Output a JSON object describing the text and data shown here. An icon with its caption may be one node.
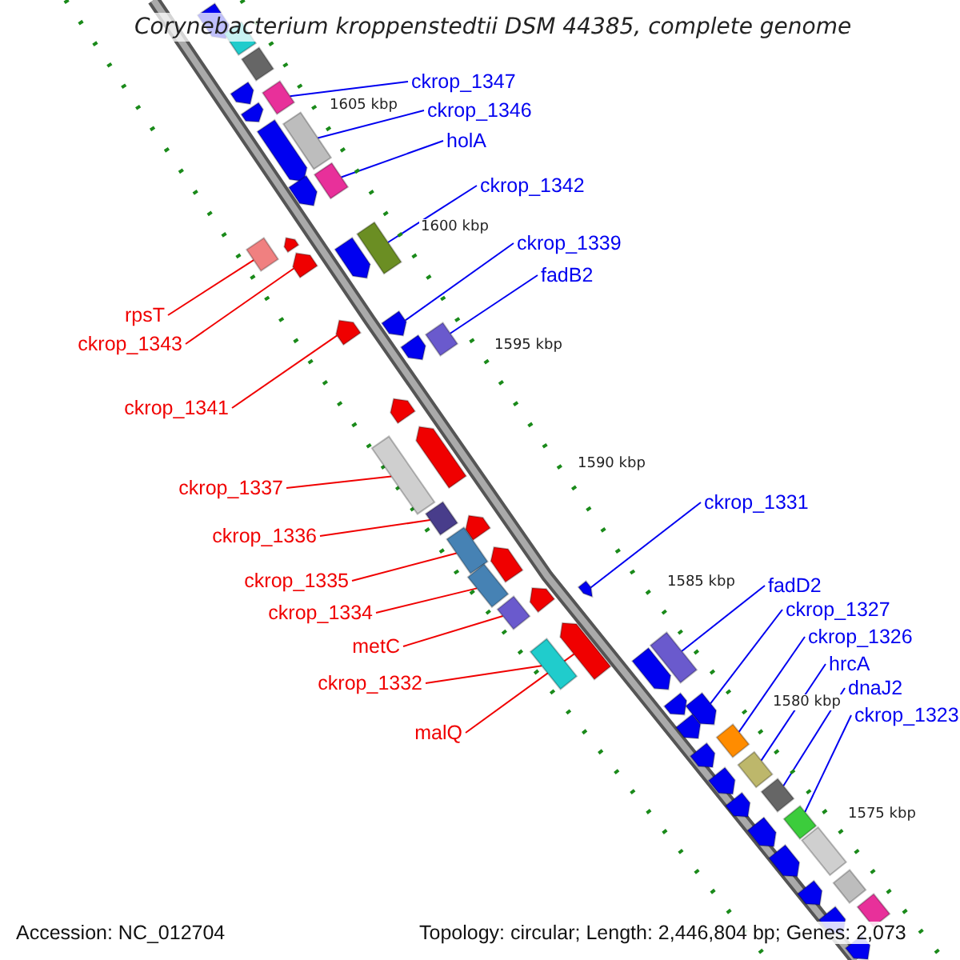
{
  "diagram": {
    "title": "Corynebacterium kroppenstedtii DSM 44385, complete genome",
    "nodes": [
      {
        "text": [
          "ckrop_1347"
        ]
      },
      {
        "text": [
          "ckrop_1346"
        ]
      },
      {
        "text": [
          "holA"
        ]
      },
      {
        "text": [
          "ckrop_1342"
        ]
      },
      {
        "text": [
          "ckrop_1339"
        ]
      },
      {
        "text": [
          "fadB2"
        ]
      },
      {
        "text": [
          "ckrop_1331"
        ]
      },
      {
        "text": [
          "fadD2"
        ]
      },
      {
        "text": [
          "ckrop_1327"
        ]
      },
      {
        "text": [
          "ckrop_1326"
        ]
      },
      {
        "text": [
          "hrcA"
        ]
      },
      {
        "text": [
          "dnaJ2"
        ]
      },
      {
        "text": [
          "ckrop_1323"
        ]
      },
      {
        "text": [
          "rpsT"
        ]
      },
      {
        "text": [
          "ckrop_1343"
        ]
      },
      {
        "text": [
          "ckrop_1341"
        ]
      },
      {
        "text": [
          "ckrop_1337"
        ]
      },
      {
        "text": [
          "ckrop_1336"
        ]
      },
      {
        "text": [
          "ckrop_1335"
        ]
      },
      {
        "text": [
          "ckrop_1334"
        ]
      },
      {
        "text": [
          "metC"
        ]
      },
      {
        "text": [
          "ckrop_1332"
        ]
      },
      {
        "text": [
          "malQ"
        ]
      },
      {
        "text": [],
        "shape": "arrow"
      },
      {
        "text": [],
        "shape": "box"
      },
      {
        "text": [],
        "shape": "box"
      },
      {
        "text": [],
        "shape": "arrow"
      },
      {
        "text": [],
        "shape": "box"
      },
      {
        "text": [],
        "shape": "arrow"
      },
      {
        "text": [],
        "shape": "box"
      },
      {
        "text": [],
        "shape": "arrow"
      },
      {
        "text": [],
        "shape": "box"
      },
      {
        "text": [],
        "shape": "arrow"
      },
      {
        "text": [],
        "shape": "arrow"
      },
      {
        "text": [],
        "shape": "box"
      },
      {
        "text": [],
        "shape": "box"
      },
      {
        "text": [],
        "shape": "arrow"
      },
      {
        "text": [],
        "shape": "arrow"
      },
      {
        "text": [],
        "shape": "arrow"
      },
      {
        "text": [],
        "shape": "arrow"
      },
      {
        "text": [],
        "shape": "box"
      },
      {
        "text": [],
        "shape": "arrow"
      },
      {
        "text": [],
        "shape": "arrow"
      },
      {
        "text": [],
        "shape": "arrow"
      },
      {
        "text": [],
        "shape": "box"
      },
      {
        "text": [],
        "shape": "box"
      },
      {
        "text": [],
        "shape": "arrow"
      },
      {
        "text": [],
        "shape": "box"
      },
      {
        "text": [],
        "shape": "arrow"
      },
      {
        "text": [],
        "shape": "box"
      },
      {
        "text": [],
        "shape": "arrow"
      },
      {
        "text": [],
        "shape": "arrow"
      },
      {
        "text": [],
        "shape": "box"
      },
      {
        "text": [],
        "shape": "arrow"
      },
      {
        "text": [],
        "shape": "box"
      },
      {
        "text": [],
        "shape": "box"
      },
      {
        "text": [],
        "shape": "arrow"
      },
      {
        "text": [],
        "shape": "arrow"
      },
      {
        "text": [],
        "shape": "arrow"
      },
      {
        "text": [],
        "shape": "arrow"
      },
      {
        "text": [],
        "shape": "box"
      },
      {
        "text": [],
        "shape": "arrow"
      },
      {
        "text": [],
        "shape": "box"
      },
      {
        "text": [],
        "shape": "arrow"
      },
      {
        "text": [],
        "shape": "box"
      },
      {
        "text": [],
        "shape": "arrow"
      },
      {
        "text": [],
        "shape": "box"
      },
      {
        "text": [],
        "shape": "arrow"
      },
      {
        "text": [],
        "shape": "box"
      },
      {
        "text": [],
        "shape": "arrow"
      },
      {
        "text": [],
        "shape": "box"
      },
      {
        "text": [],
        "shape": "arrow"
      },
      {
        "text": [],
        "shape": "box"
      },
      {
        "text": [],
        "shape": "arrow"
      },
      {
        "text": [],
        "shape": "arrow"
      }
    ],
    "edges": [
      {
        "from": 0,
        "to": 27,
        "arrow": "none"
      },
      {
        "from": 1,
        "to": 29,
        "arrow": "none"
      },
      {
        "from": 2,
        "to": 31,
        "arrow": "none"
      },
      {
        "from": 3,
        "to": 34,
        "arrow": "none"
      },
      {
        "from": 4,
        "to": 38,
        "arrow": "none"
      },
      {
        "from": 5,
        "to": 40,
        "arrow": "none"
      },
      {
        "from": 6,
        "to": 50,
        "arrow": "none"
      },
      {
        "from": 7,
        "to": 54,
        "arrow": "none"
      },
      {
        "from": 8,
        "to": 58,
        "arrow": "none"
      },
      {
        "from": 9,
        "to": 60,
        "arrow": "none"
      },
      {
        "from": 10,
        "to": 62,
        "arrow": "none"
      },
      {
        "from": 11,
        "to": 64,
        "arrow": "none"
      },
      {
        "from": 12,
        "to": 66,
        "arrow": "none"
      },
      {
        "from": 13,
        "to": 35,
        "arrow": "none",
        "color": "#f00000"
      },
      {
        "from": 14,
        "to": 37,
        "arrow": "none",
        "color": "#f00000"
      },
      {
        "from": 15,
        "to": 39,
        "arrow": "none",
        "color": "#f00000"
      },
      {
        "from": 16,
        "to": 44,
        "arrow": "none",
        "color": "#f00000"
      },
      {
        "from": 17,
        "to": 45,
        "arrow": "none",
        "color": "#f00000"
      },
      {
        "from": 18,
        "to": 47,
        "arrow": "none",
        "color": "#f00000"
      },
      {
        "from": 19,
        "to": 49,
        "arrow": "none",
        "color": "#f00000"
      },
      {
        "from": 20,
        "to": 52,
        "arrow": "none",
        "color": "#f00000"
      },
      {
        "from": 21,
        "to": 55,
        "arrow": "none",
        "color": "#f00000"
      },
      {
        "from": 22,
        "to": 53,
        "arrow": "none",
        "color": "#f00000"
      }
    ],
    "labels": [
      "1605 kbp",
      "1600 kbp",
      "1595 kbp",
      "1590 kbp",
      "1585 kbp",
      "1580 kbp",
      "1575 kbp",
      "Accession: NC_012704",
      "Topology: circular; Length: 2,446,804 bp; Genes: 2,073"
    ]
  }
}
